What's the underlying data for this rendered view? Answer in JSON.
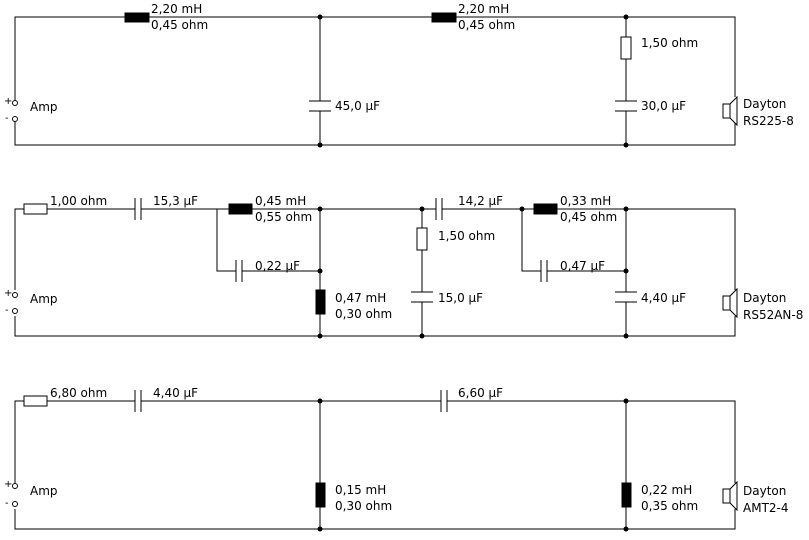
{
  "circuits": [
    {
      "amp_label": "Amp",
      "driver": {
        "brand": "Dayton",
        "model": "RS225-8"
      },
      "components": {
        "l1_value": "2,20 mH",
        "l1_res": "0,45 ohm",
        "l2_value": "2,20 mH",
        "l2_res": "0,45 ohm",
        "c_shunt1": "45,0 µF",
        "r_series": "1,50 ohm",
        "c_shunt2": "30,0 µF"
      }
    },
    {
      "amp_label": "Amp",
      "driver": {
        "brand": "Dayton",
        "model": "RS52AN-8"
      },
      "components": {
        "r_in": "1,00 ohm",
        "c1": "15,3 µF",
        "l1_value": "0,45 mH",
        "l1_res": "0,55 ohm",
        "c_bypass1": "0,22 µF",
        "l_shunt_value": "0,47 mH",
        "l_shunt_res": "0,30 ohm",
        "c2": "14,2 µF",
        "r_shunt": "1,50 ohm",
        "c_shunt": "15,0 µF",
        "l2_value": "0,33 mH",
        "l2_res": "0,45 ohm",
        "c_bypass2": "0,47 µF",
        "c_out_shunt": "4,40 µF"
      }
    },
    {
      "amp_label": "Amp",
      "driver": {
        "brand": "Dayton",
        "model": "AMT2-4"
      },
      "components": {
        "r_in": "6,80 ohm",
        "c1": "4,40 µF",
        "l_shunt1_value": "0,15 mH",
        "l_shunt1_res": "0,30 ohm",
        "c2": "6,60 µF",
        "l_shunt2_value": "0,22 mH",
        "l_shunt2_res": "0,35 ohm"
      }
    }
  ],
  "polarity": {
    "plus": "+",
    "minus": "-"
  }
}
